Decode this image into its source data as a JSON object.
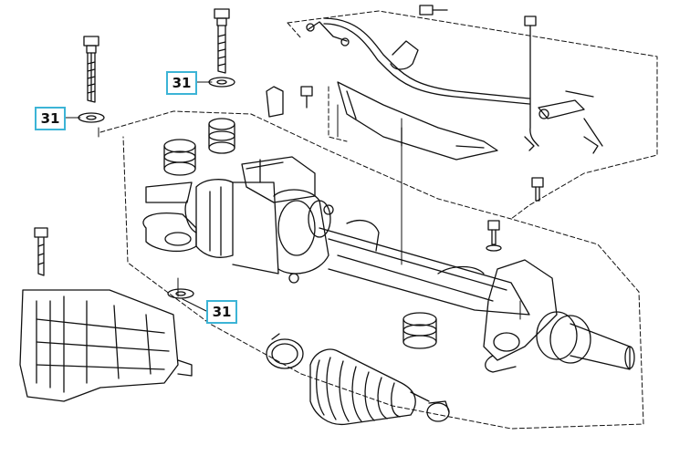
{
  "diagram": {
    "colors": {
      "line": "#111111",
      "callout_border": "#3cb4d6",
      "background": "#ffffff"
    },
    "callouts": [
      {
        "id": "c1",
        "label": "31"
      },
      {
        "id": "c2",
        "label": "31"
      },
      {
        "id": "c3",
        "label": "31"
      }
    ]
  }
}
